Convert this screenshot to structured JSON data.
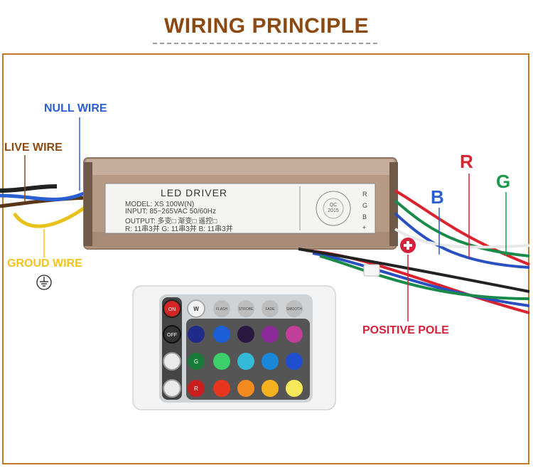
{
  "title": "WIRING PRINCIPLE",
  "labels": {
    "null_wire": "NULL WIRE",
    "live_wire": "LIVE WIRE",
    "ground_wire": "GROUD WIRE",
    "positive_pole": "POSITIVE POLE",
    "r": "R",
    "g": "G",
    "b": "B"
  },
  "driver": {
    "title": "LED DRIVER",
    "model": "MODEL: XS 100W(N)",
    "input": "INPUT: 85~265VAC 50/60Hz",
    "output": "OUTPUT: 多变□  渐变□  遥控□",
    "channels": "R: 11串3并   G: 11串3并   B: 11串3并",
    "qc": "QC",
    "year": "2015",
    "terminals": [
      "R",
      "G",
      "B",
      "+"
    ]
  },
  "remote": {
    "buttons": [
      "ON",
      "W",
      "FLASH",
      "STROBE",
      "FADE",
      "SMOOTH",
      "OFF",
      "G",
      "R"
    ]
  },
  "colors": {
    "title": "#8a4a12",
    "frame": "#c07a2a",
    "null_wire": "#2a5fd1",
    "live_wire": "#8a4a12",
    "ground_wire": "#f3c21d",
    "positive_pole": "#d3223a",
    "driver_case": "#b79a86"
  }
}
